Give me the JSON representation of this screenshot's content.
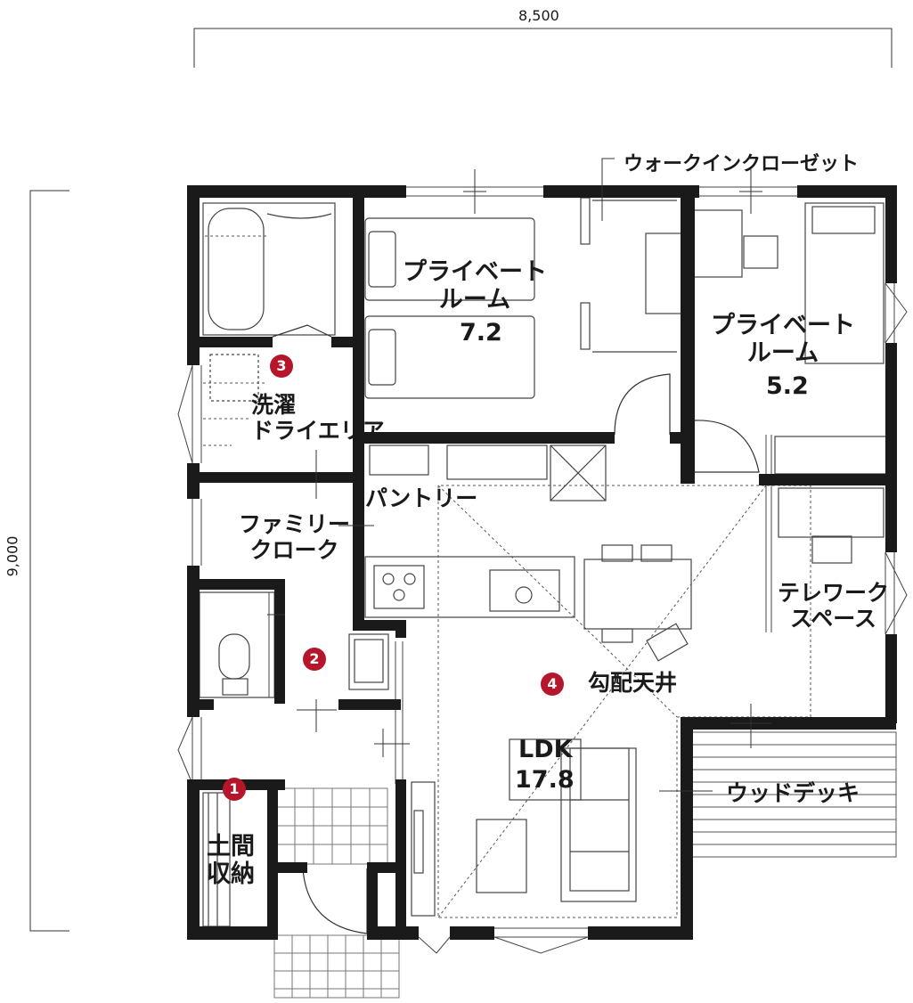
{
  "dimensions": {
    "width": "8,500",
    "depth": "9,000"
  },
  "rooms": {
    "private_room_1": {
      "name": "プライベート\nルーム",
      "size": "7.2"
    },
    "private_room_2": {
      "name": "プライベート\nルーム",
      "size": "5.2"
    },
    "walk_in_closet": "ウォークインクローゼット",
    "laundry": "洗濯\nドライエリア",
    "pantry": "パントリー",
    "family_closet": "ファミリー\nクローク",
    "telework": "テレワーク\nスペース",
    "sloped_ceiling": "勾配天井",
    "ldk": {
      "name": "LDK",
      "size": "17.8"
    },
    "wood_deck": "ウッドデッキ",
    "doma_storage": "土間\n収納"
  },
  "badges": [
    "1",
    "2",
    "3",
    "4"
  ],
  "colors": {
    "wall": "#1a1a1a",
    "line": "#333333",
    "badge": "#b5162b"
  }
}
